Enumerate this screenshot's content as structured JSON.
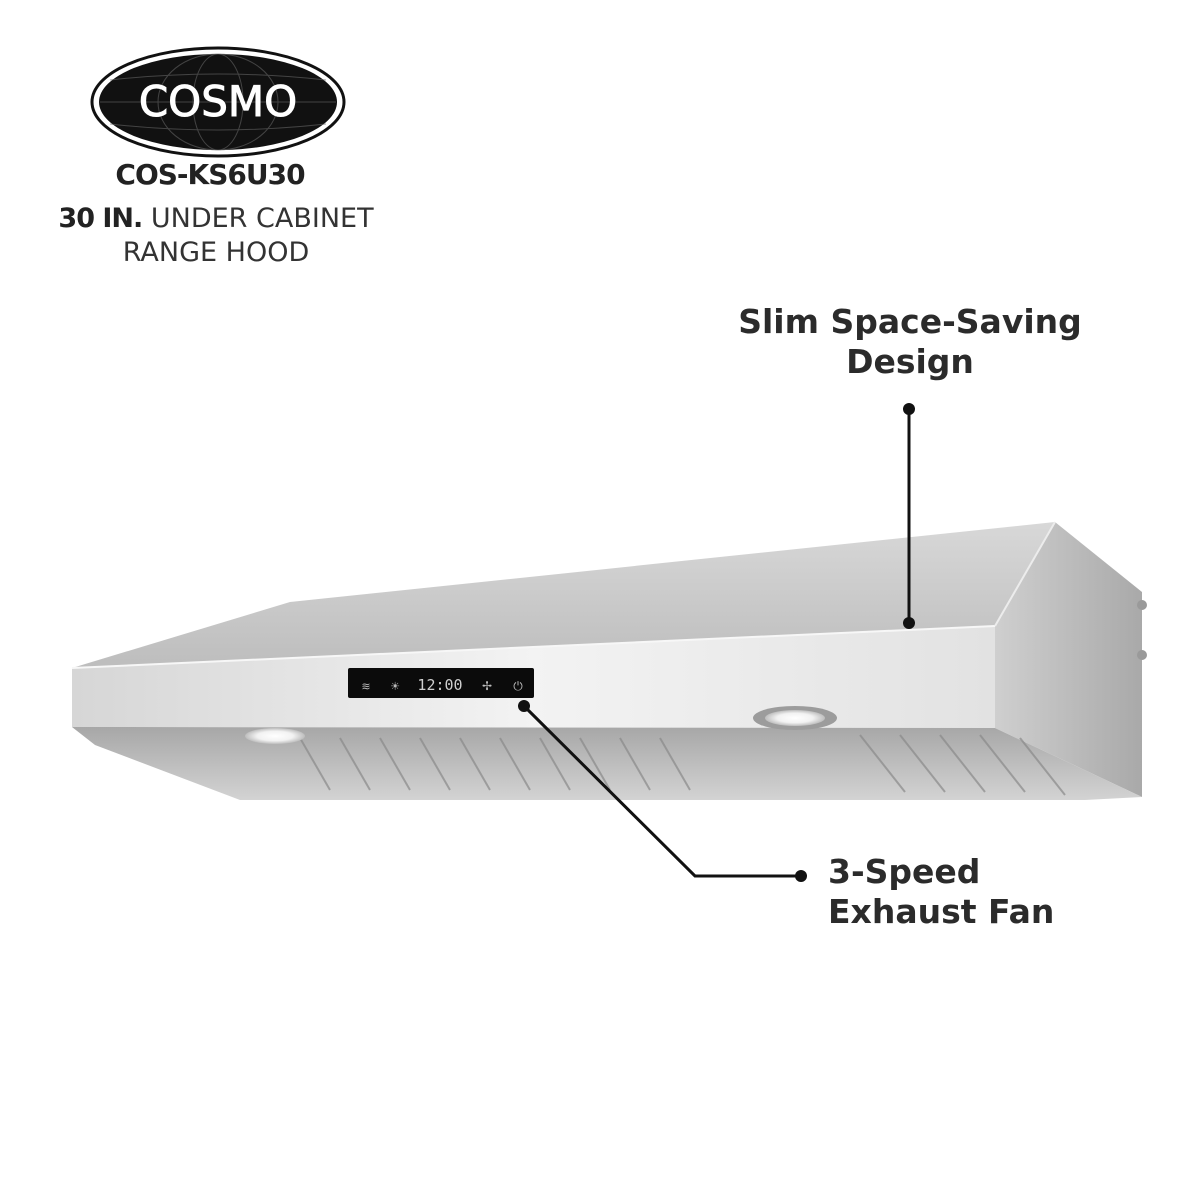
{
  "brand": {
    "logo_text": "COSMO"
  },
  "product": {
    "model": "COS-KS6U30",
    "size_label": "30 IN.",
    "type_line1": " UNDER CABINET",
    "type_line2": "RANGE HOOD"
  },
  "control_panel": {
    "display_time": "12:00"
  },
  "callouts": {
    "design": {
      "line1": "Slim Space-Saving",
      "line2": "Design"
    },
    "fan": {
      "line1": "3-Speed",
      "line2": "Exhaust Fan"
    }
  },
  "colors": {
    "steel_light": "#e9e9e9",
    "steel_mid": "#c9c9c9",
    "steel_dark": "#8f8f8f",
    "panel": "#0b0b0b",
    "text": "#2b2b2b"
  }
}
